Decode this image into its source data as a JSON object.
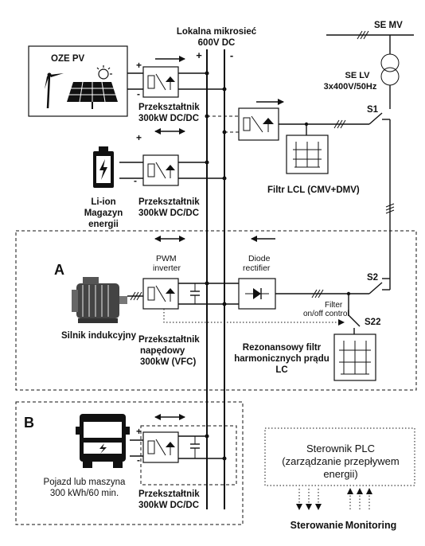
{
  "labels": {
    "microgrid_title": "Lokalna mikrosieć",
    "microgrid_voltage": "600V DC",
    "bus_plus": "+",
    "bus_minus": "-",
    "grid_mv": "SE MV",
    "grid_lv_title": "SE LV",
    "grid_lv_voltage": "3x400V/50Hz",
    "switch_s1": "S1",
    "switch_s2": "S2",
    "switch_s22": "S22",
    "pv_source": "OZE PV",
    "pv_plus": "+",
    "pv_minus": "-",
    "pv_conv_1": "Przekształtnik",
    "pv_conv_2": "300kW DC/DC",
    "battery_plus": "+",
    "battery_minus": "-",
    "battery_1": "Li-ion",
    "battery_2": "Magazyn",
    "battery_3": "energii",
    "battery_conv_1": "Przekształtnik",
    "battery_conv_2": "300kW DC/DC",
    "lcl_filter": "Filtr LCL (CMV+DMV)",
    "section_a": "A",
    "pwm_1": "PWM",
    "pwm_2": "inverter",
    "diode_1": "Diode",
    "diode_2": "rectifier",
    "filter_ctrl_1": "Filter",
    "filter_ctrl_2": "on/off control",
    "motor": "Silnik indukcyjny",
    "drive_conv_1": "Przekształtnik",
    "drive_conv_2": "napędowy",
    "drive_conv_3": "300kW (VFC)",
    "res_filter_1": "Rezonansowy filtr",
    "res_filter_2": "harmonicznych prądu",
    "res_filter_3": "LC",
    "section_b": "B",
    "vehicle_plus": "+",
    "vehicle_minus": "-",
    "vehicle_1": "Pojazd lub maszyna",
    "vehicle_2": "300 kWh/60 min.",
    "vehicle_conv_1": "Przekształtnik",
    "vehicle_conv_2": "300kW DC/DC",
    "plc_1": "Sterownik PLC",
    "plc_2": "(zarządzanie przepływem",
    "plc_3": "energii)",
    "control": "Sterowanie",
    "monitoring": "Monitoring"
  }
}
